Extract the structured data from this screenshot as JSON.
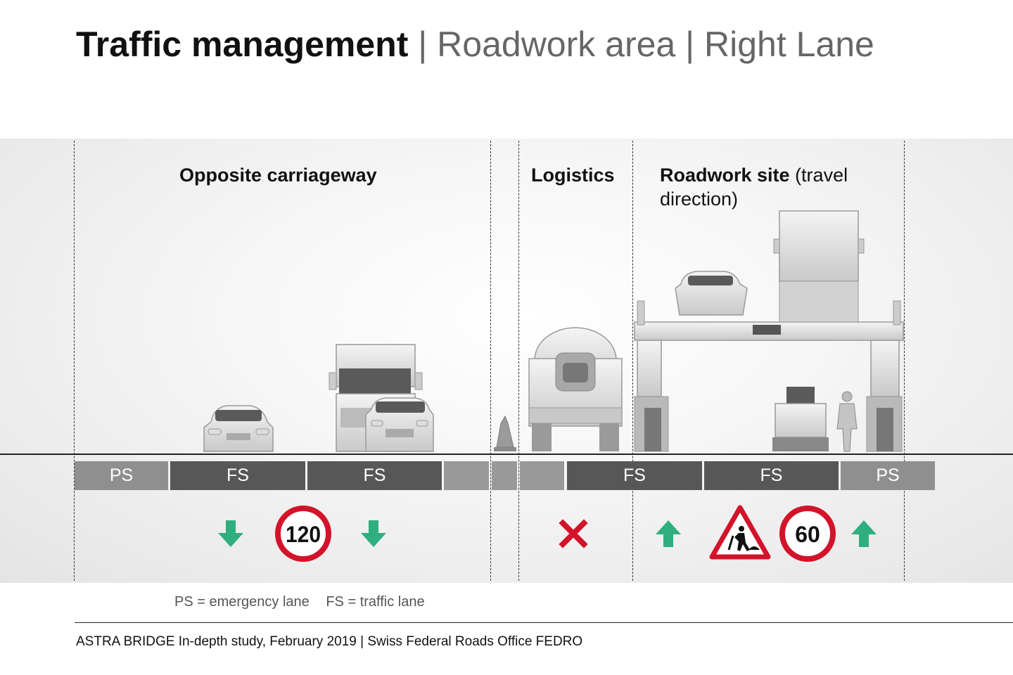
{
  "header": {
    "title_strong": "Traffic management",
    "title_rest": "| Roadwork area | Right Lane"
  },
  "zones": {
    "opposite": "Opposite carriageway",
    "logistics": "Logistics",
    "roadwork_bold": "Roadwork site",
    "roadwork_rest": "(travel",
    "roadwork_line2": "direction)"
  },
  "lanes": [
    {
      "label": "PS",
      "kind": "ps"
    },
    {
      "label": "FS",
      "kind": "fs"
    },
    {
      "label": "FS",
      "kind": "fs"
    },
    {
      "label": "",
      "kind": "blank"
    },
    {
      "label": "",
      "kind": "blank"
    },
    {
      "label": "",
      "kind": "blank"
    },
    {
      "label": "FS",
      "kind": "fs"
    },
    {
      "label": "FS",
      "kind": "fs"
    },
    {
      "label": "PS",
      "kind": "ps"
    }
  ],
  "signs": {
    "speed_opposite": "120",
    "speed_roadwork": "60"
  },
  "legend": {
    "ps": "PS = emergency lane",
    "fs": "FS = traffic lane"
  },
  "footer": "ASTRA BRIDGE In-depth study, February 2019 | Swiss Federal Roads Office FEDRO",
  "colors": {
    "arrow_green": "#2fae80",
    "sign_red": "#d3132a",
    "lane_dark": "#575757",
    "lane_light": "#8f8f8f"
  },
  "icons": [
    "arrow-down-icon",
    "arrow-up-icon",
    "closed-lane-x-icon",
    "roadwork-warning-icon",
    "speed-limit-icon"
  ]
}
